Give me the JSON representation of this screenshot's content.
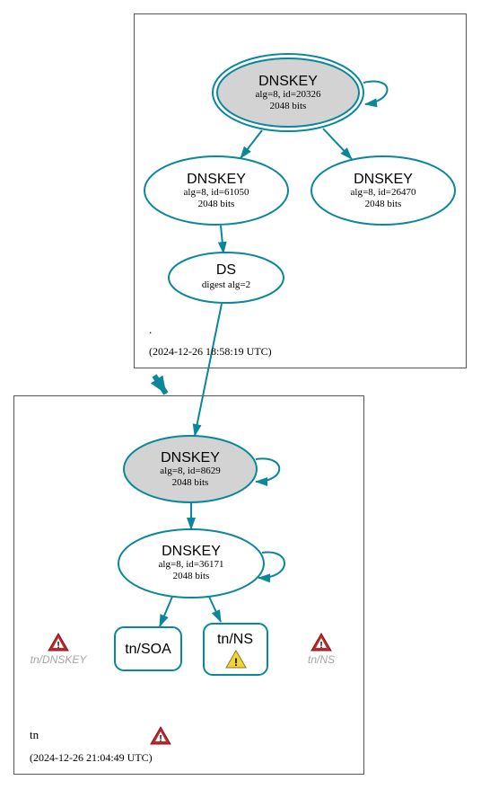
{
  "zones": {
    "root": {
      "name": ".",
      "timestamp": "(2024-12-26 18:58:19 UTC)"
    },
    "tn": {
      "name": "tn",
      "timestamp": "(2024-12-26 21:04:49 UTC)"
    }
  },
  "nodes": {
    "root_ksk": {
      "title": "DNSKEY",
      "line1": "alg=8, id=20326",
      "line2": "2048 bits"
    },
    "root_zsk1": {
      "title": "DNSKEY",
      "line1": "alg=8, id=61050",
      "line2": "2048 bits"
    },
    "root_zsk2": {
      "title": "DNSKEY",
      "line1": "alg=8, id=26470",
      "line2": "2048 bits"
    },
    "root_ds": {
      "title": "DS",
      "line1": "digest alg=2"
    },
    "tn_ksk": {
      "title": "DNSKEY",
      "line1": "alg=8, id=8629",
      "line2": "2048 bits"
    },
    "tn_zsk": {
      "title": "DNSKEY",
      "line1": "alg=8, id=36171",
      "line2": "2048 bits"
    },
    "tn_soa": {
      "title": "tn/SOA"
    },
    "tn_ns": {
      "title": "tn/NS"
    },
    "tn_dnskey_warn": {
      "title": "tn/DNSKEY"
    },
    "tn_ns_warn": {
      "title": "tn/NS"
    }
  },
  "colors": {
    "edge": "#0a879a",
    "ksk_fill": "#d3d3d3",
    "zone_border": "#555555",
    "error_icon": "#c0282c",
    "warning_icon": "#f3d23c",
    "muted_label": "#a6a6a6"
  },
  "icons": {
    "error": "error-triangle-icon",
    "warning": "warning-triangle-icon"
  }
}
